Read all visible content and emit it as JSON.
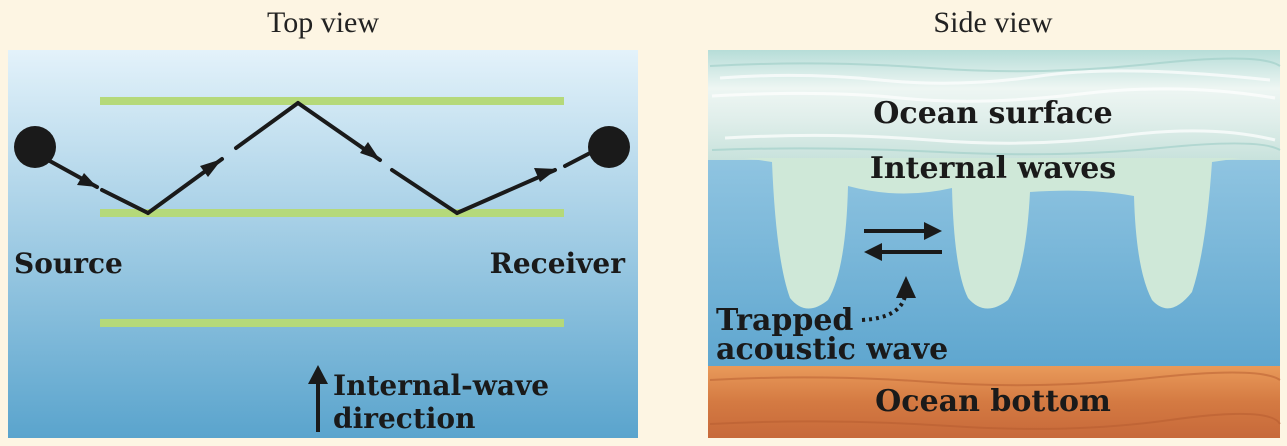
{
  "top_view": {
    "title": "Top view",
    "source_label": "Source",
    "receiver_label": "Receiver",
    "direction_line1": "Internal-wave",
    "direction_line2": "direction"
  },
  "side_view": {
    "title": "Side view",
    "surface_label": "Ocean surface",
    "internal_waves_label": "Internal waves",
    "trapped_line1": "Trapped",
    "trapped_line2": "acoustic wave",
    "bottom_label": "Ocean bottom"
  },
  "colors": {
    "water_top": "#dff0f8",
    "water_bottom": "#5aa3cc",
    "wave_band": "#b5d97a",
    "internal_wave": "#cfe8d8",
    "ocean_bottom": "#d87e45",
    "ray": "#1a1a1a"
  }
}
